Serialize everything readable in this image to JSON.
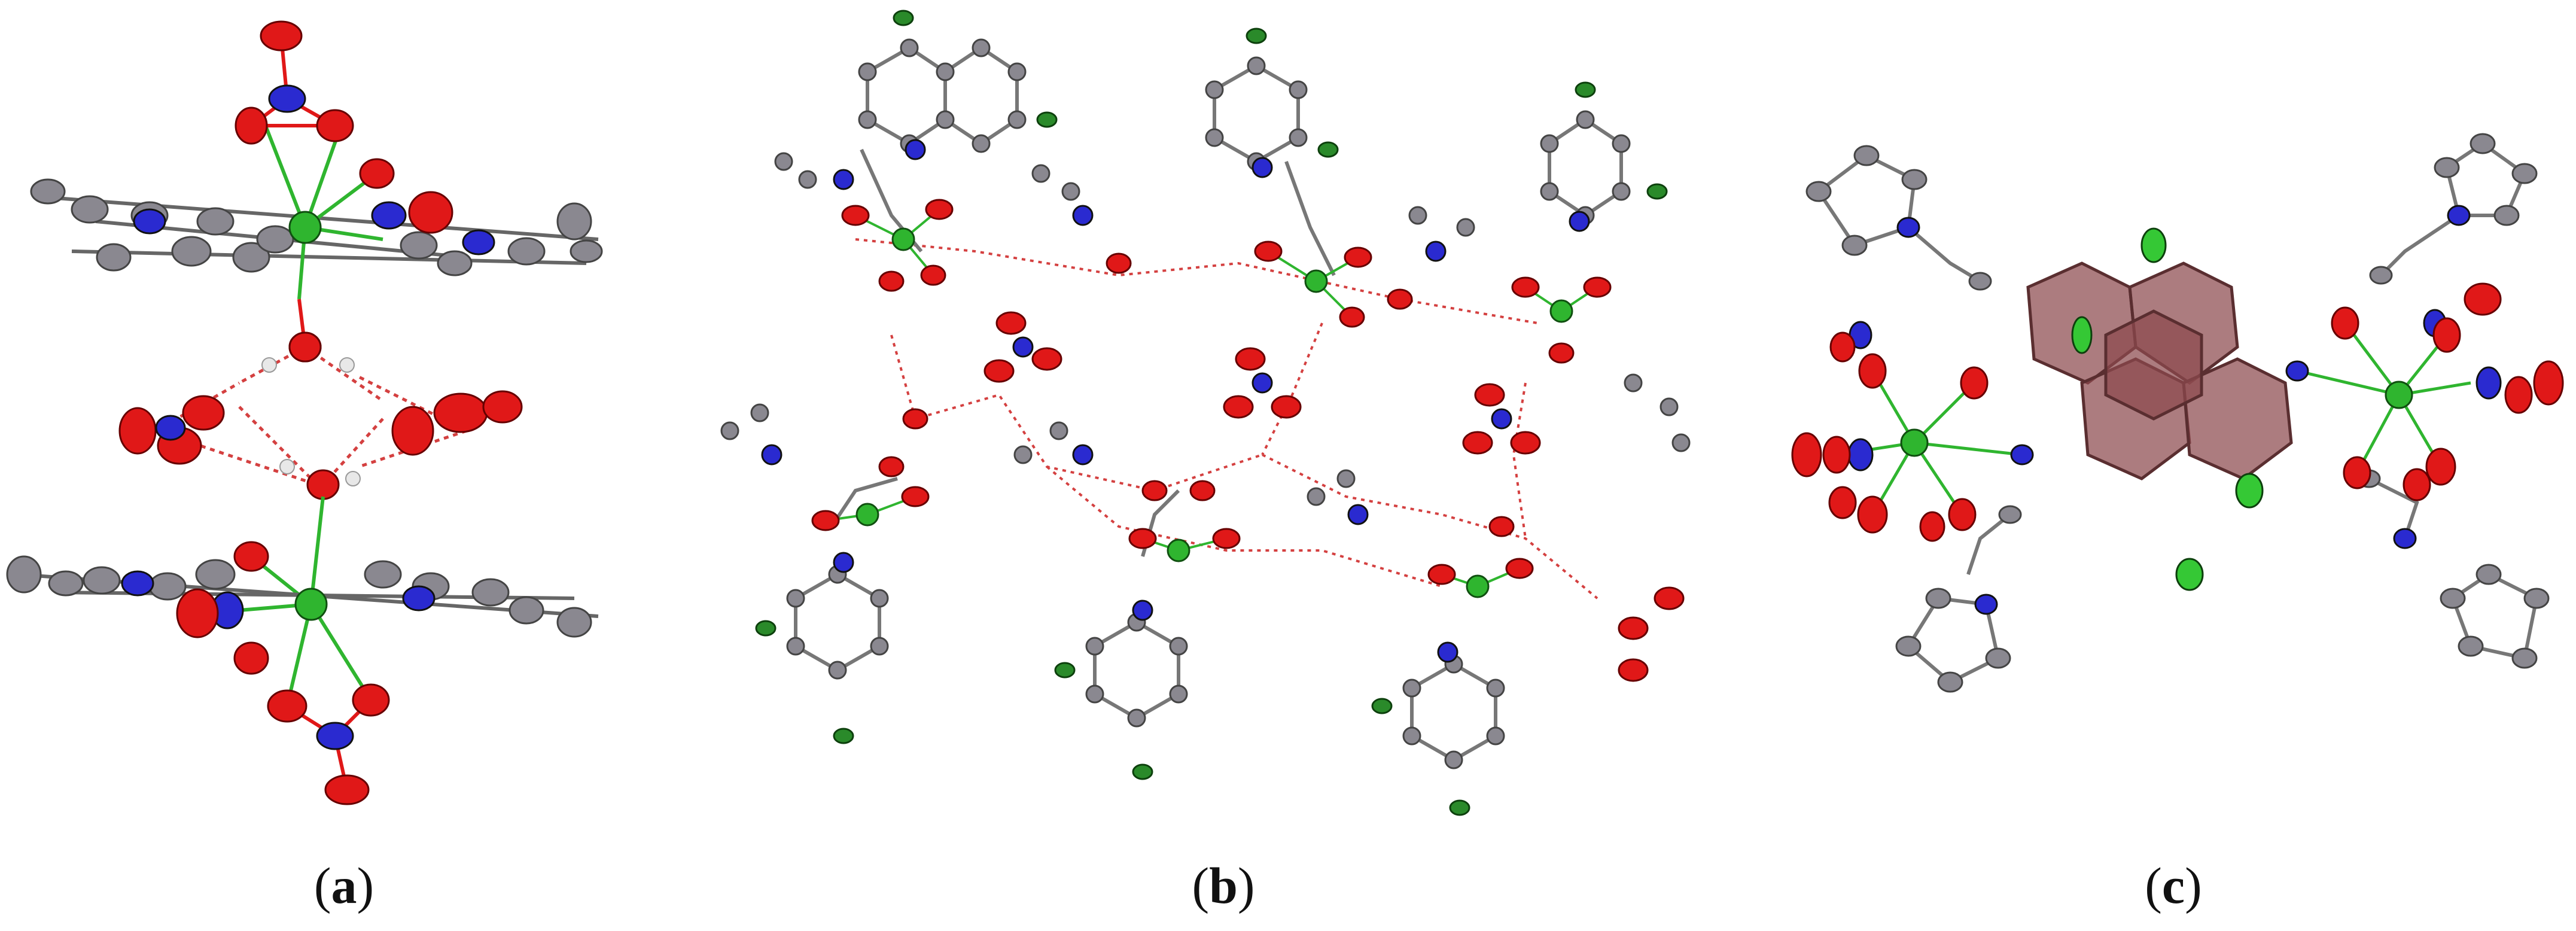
{
  "panels": [
    {
      "id": "a",
      "open": "(",
      "letter": "a",
      "close": ")"
    },
    {
      "id": "b",
      "open": "(",
      "letter": "b",
      "close": ")"
    },
    {
      "id": "c",
      "open": "(",
      "letter": "c",
      "close": ")"
    }
  ],
  "colors": {
    "carbon": "#8a8890",
    "oxygen": "#e01818",
    "nitrogen": "#2a2ad0",
    "metal": "#2fb52f",
    "chlorine": "#2a8a2a",
    "hydrogen": "#e8e8e8",
    "hbond": "#d44040",
    "ring_fill": "#8c4a4e",
    "background": "#ffffff"
  }
}
